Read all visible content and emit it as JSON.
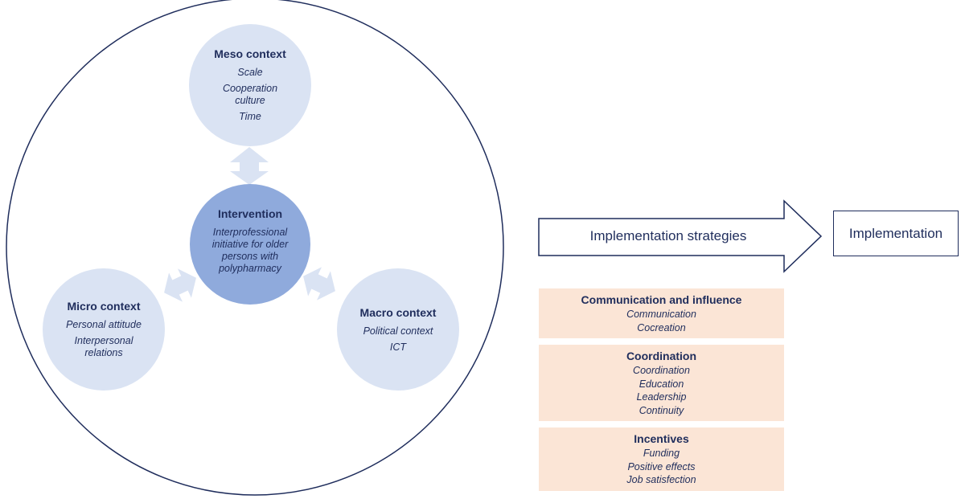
{
  "meso": {
    "title": "Meso context",
    "items": [
      "Scale",
      "Cooperation culture",
      "Time"
    ]
  },
  "intervention": {
    "title": "Intervention",
    "description": "Interprofessional initiative for older persons with polypharmacy"
  },
  "micro": {
    "title": "Micro context",
    "items": [
      "Personal attitude",
      "Interpersonal relations"
    ]
  },
  "macro": {
    "title": "Macro context",
    "items": [
      "Political context",
      "ICT"
    ]
  },
  "arrow_label": "Implementation strategies",
  "implementation_label": "Implementation",
  "strategies": [
    {
      "title": "Communication and influence",
      "items": [
        "Communication",
        "Cocreation"
      ]
    },
    {
      "title": "Coordination",
      "items": [
        "Coordination",
        "Education",
        "Leadership",
        "Continuity"
      ]
    },
    {
      "title": "Incentives",
      "items": [
        "Funding",
        "Positive effects",
        "Job satisfection"
      ]
    }
  ],
  "colors": {
    "outline": "#1f2d5c",
    "context_circle": "#dae3f3",
    "intervention_circle": "#8faadc",
    "strategy_box": "#fbe5d6"
  }
}
